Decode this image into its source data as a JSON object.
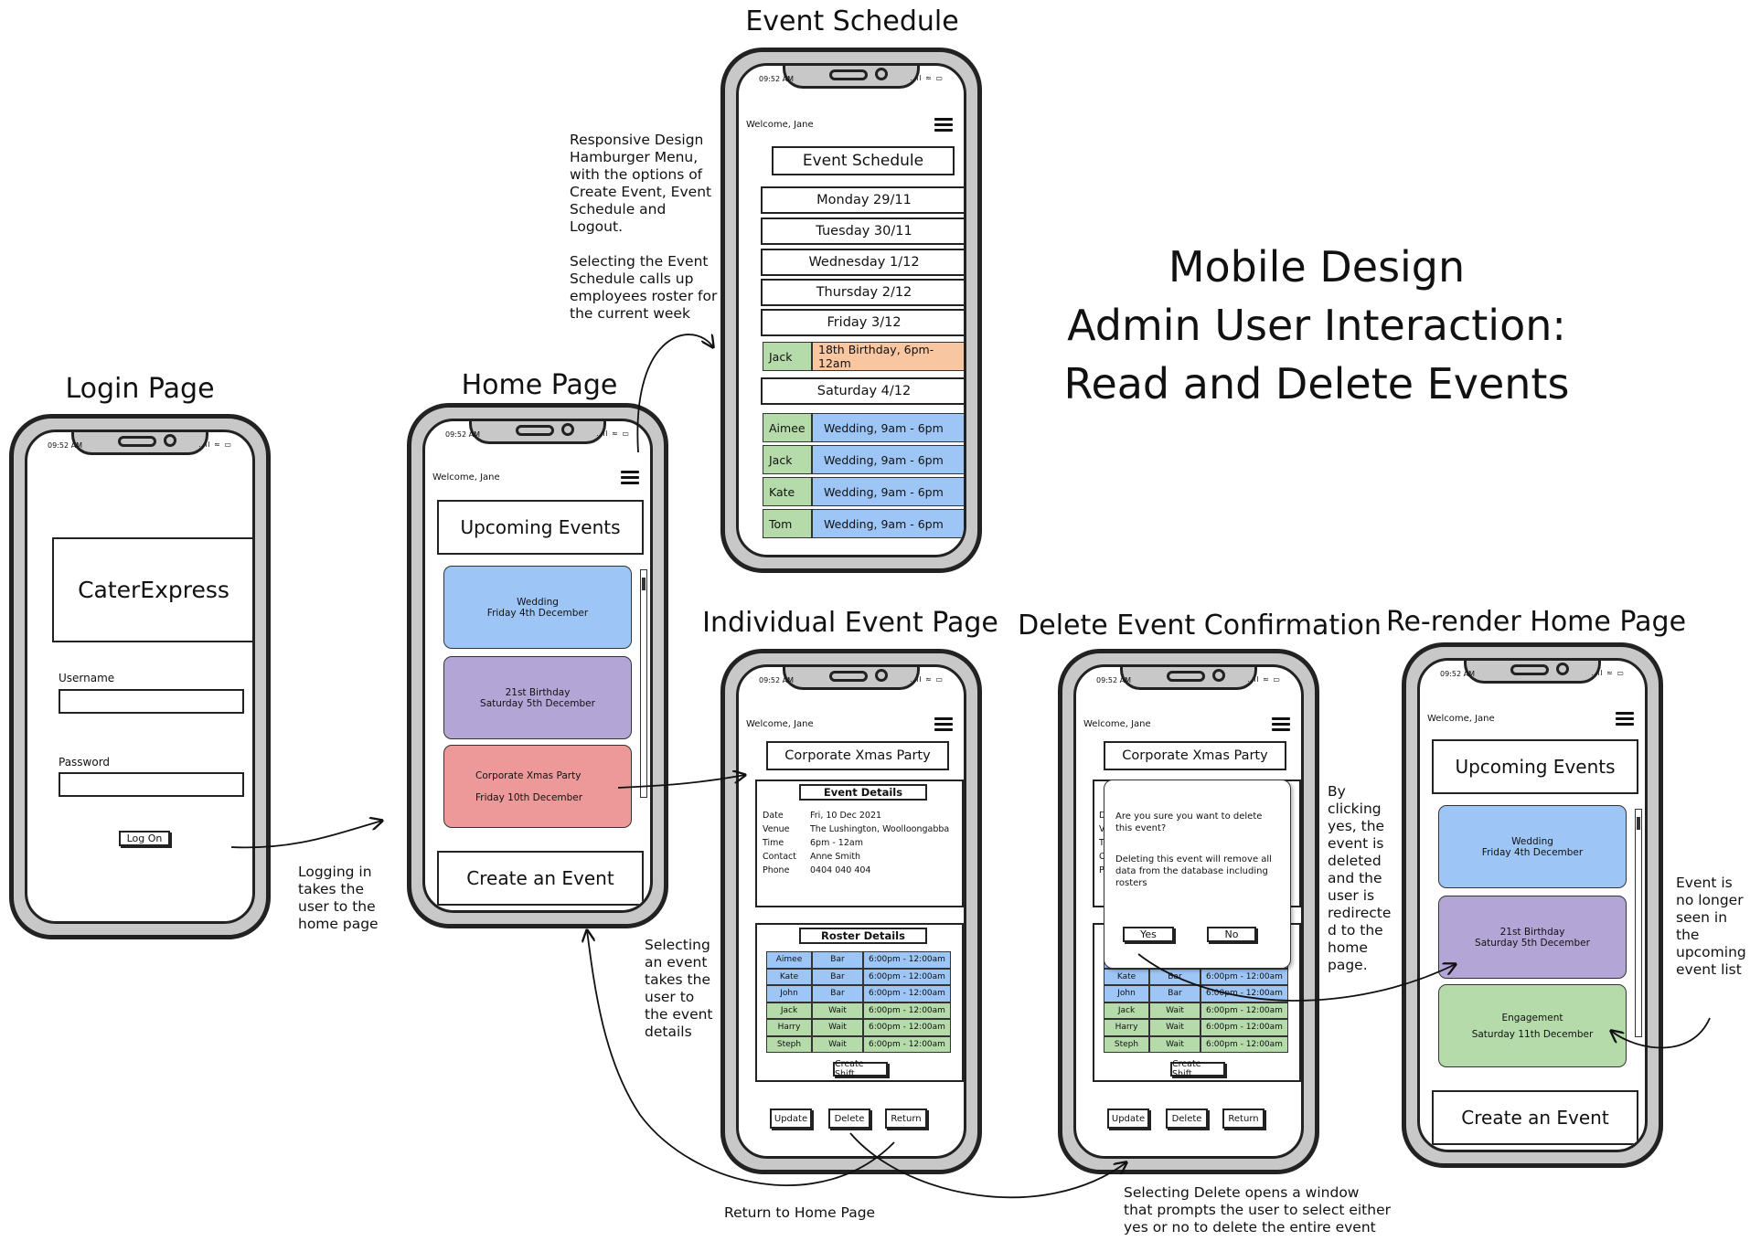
{
  "titles": {
    "login": "Login Page",
    "home": "Home Page",
    "schedule": "Event Schedule",
    "individual": "Individual Event Page",
    "delete": "Delete Event Confirmation",
    "rerender": "Re-render Home Page"
  },
  "heading": {
    "line1": "Mobile Design",
    "line2": "Admin User Interaction:",
    "line3": "Read and Delete Events"
  },
  "notes": {
    "hamburger": "Responsive Design\nHamburger Menu,\nwith the options of\nCreate Event, Event\nSchedule and\nLogout.\n\nSelecting the Event\nSchedule calls up\nemployees roster for\nthe current week",
    "login": "Logging in\ntakes the\nuser to the\nhome page",
    "select_event": "Selecting\nan event\ntakes the\nuser to\nthe event\ndetails",
    "return": "Return to Home Page",
    "delete_opens": "Selecting Delete opens a window\nthat prompts the user to select either\nyes or no to delete the entire event",
    "by_clicking": "By\nclicking\nyes, the\nevent is\ndeleted\nand the\nuser is\nredirecte\nd to the\nhome\npage.",
    "no_longer": "Event is\nno longer\nseen in\nthe\nupcoming\nevent list"
  },
  "status": {
    "time": "09:52 AM",
    "icons": "..ıl ≈ ▭"
  },
  "welcome": "Welcome, Jane",
  "login": {
    "app_name": "CaterExpress",
    "username_label": "Username",
    "password_label": "Password",
    "username_value": "",
    "password_value": "",
    "button": "Log On"
  },
  "home": {
    "upcoming": "Upcoming Events",
    "create": "Create an Event",
    "events": [
      {
        "name": "Wedding",
        "date": "Friday 4th December",
        "color": "#9dc6f7"
      },
      {
        "name": "21st Birthday",
        "date": "Saturday 5th December",
        "color": "#b3a6d6"
      },
      {
        "name": "Corporate Xmas Party",
        "date": "Friday 10th December",
        "color": "#ee9999"
      }
    ]
  },
  "schedule": {
    "title": "Event Schedule",
    "days": [
      "Monday 29/11",
      "Tuesday 30/11",
      "Wednesday 1/12",
      "Thursday 2/12",
      "Friday 3/12"
    ],
    "friday_rows": [
      {
        "name": "Jack",
        "event": "18th Birthday, 6pm-12am"
      }
    ],
    "saturday": "Saturday 4/12",
    "saturday_rows": [
      {
        "name": "Aimee",
        "event": "Wedding, 9am - 6pm"
      },
      {
        "name": "Jack",
        "event": "Wedding, 9am - 6pm"
      },
      {
        "name": "Kate",
        "event": "Wedding, 9am - 6pm"
      },
      {
        "name": "Tom",
        "event": "Wedding, 9am - 6pm"
      }
    ]
  },
  "event": {
    "title": "Corporate Xmas Party",
    "details_title": "Event Details",
    "details": [
      {
        "label": "Date",
        "value": "Fri, 10 Dec 2021"
      },
      {
        "label": "Venue",
        "value": "The Lushington, Woolloongabba"
      },
      {
        "label": "Time",
        "value": "6pm - 12am"
      },
      {
        "label": "Contact",
        "value": "Anne Smith"
      },
      {
        "label": "Phone",
        "value": "0404 040 404"
      }
    ],
    "roster_title": "Roster Details",
    "roster": [
      {
        "name": "Aimee",
        "role": "Bar",
        "shift": "6:00pm - 12:00am",
        "color": "#9dc6f7"
      },
      {
        "name": "Kate",
        "role": "Bar",
        "shift": "6:00pm - 12:00am",
        "color": "#9dc6f7"
      },
      {
        "name": "John",
        "role": "Bar",
        "shift": "6:00pm - 12:00am",
        "color": "#9dc6f7"
      },
      {
        "name": "Jack",
        "role": "Wait",
        "shift": "6:00pm - 12:00am",
        "color": "#b5dbaa"
      },
      {
        "name": "Harry",
        "role": "Wait",
        "shift": "6:00pm - 12:00am",
        "color": "#b5dbaa"
      },
      {
        "name": "Steph",
        "role": "Wait",
        "shift": "6:00pm - 12:00am",
        "color": "#b5dbaa"
      }
    ],
    "create_shift": "Create Shift",
    "update": "Update",
    "delete": "Delete",
    "return": "Return"
  },
  "dialog": {
    "question": "Are you sure you want to delete this event?",
    "warning": "Deleting this event will remove all data from the database including rosters",
    "yes": "Yes",
    "no": "No",
    "hidden_labels": [
      "D",
      "V",
      "T",
      "C",
      "P"
    ]
  },
  "rerender": {
    "events": [
      {
        "name": "Wedding",
        "date": "Friday 4th December",
        "color": "#9dc6f7"
      },
      {
        "name": "21st Birthday",
        "date": "Saturday 5th December",
        "color": "#b3a6d6"
      },
      {
        "name": "Engagement",
        "date": "Saturday 11th December",
        "color": "#b5dbaa"
      }
    ]
  }
}
